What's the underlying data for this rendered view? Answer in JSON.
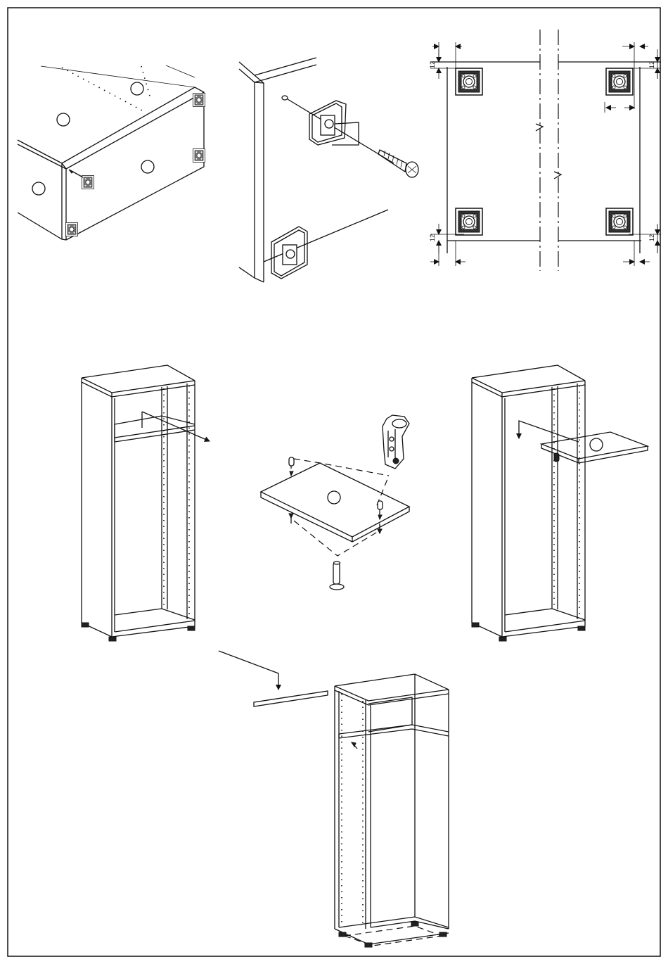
{
  "dimensions": {
    "top_left_offset": "12",
    "top_right_offset": "12",
    "bottom_left_offset": "12",
    "bottom_right_offset": "12"
  }
}
